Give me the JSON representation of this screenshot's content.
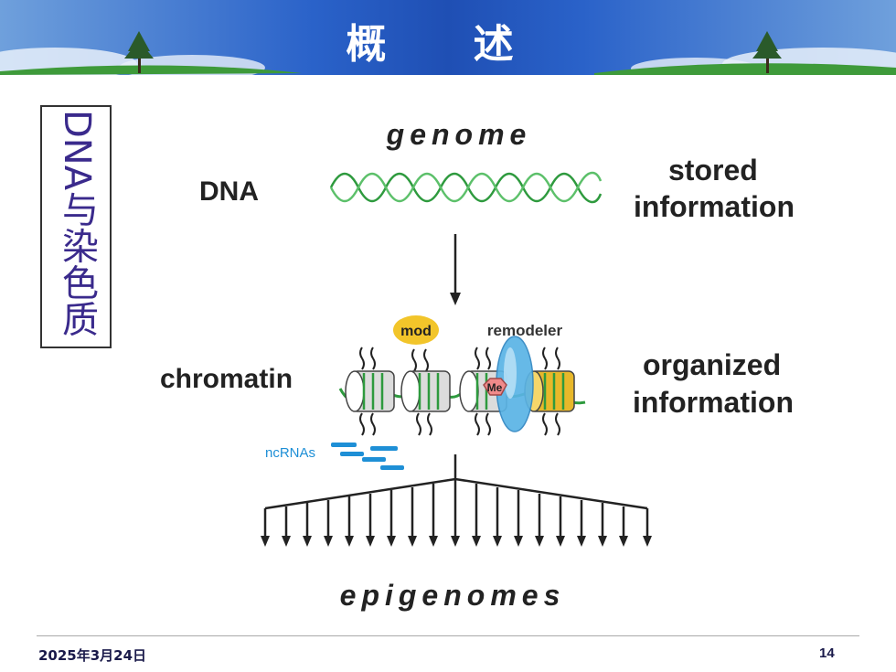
{
  "header": {
    "title": "概 述"
  },
  "sidebar": {
    "vertical_title": "DNA与染色质"
  },
  "diagram": {
    "top_label": "genome",
    "bottom_label": "epigenomes",
    "left_dna": "DNA",
    "left_chromatin": "chromatin",
    "right_stored_1": "stored",
    "right_stored_2": "information",
    "right_organized_1": "organized",
    "right_organized_2": "information",
    "mod_label": "mod",
    "remodeler_label": "remodeler",
    "me_label": "Me",
    "ncrnas_label": "ncRNAs"
  },
  "footer": {
    "date": "2025年3月24日",
    "page": "14"
  },
  "colors": {
    "dna_green": "#2e9a3e",
    "histone_gold": "#e8b82a",
    "remodeler_blue": "#5ab4e6",
    "ncrna_blue": "#1e8fd6",
    "me_pink": "#f08a8a",
    "title_purple": "#3a2a8c"
  }
}
